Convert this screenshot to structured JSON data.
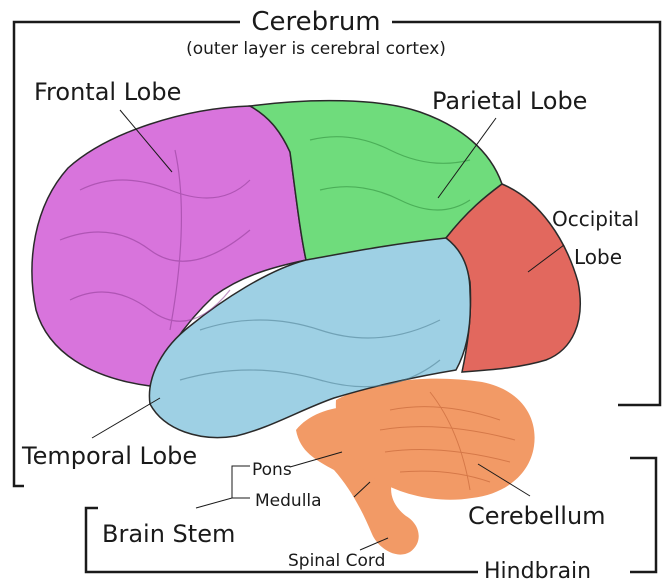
{
  "cerebrum": {
    "title": "Cerebrum",
    "subtitle": "(outer layer is cerebral cortex)"
  },
  "lobes": [
    {
      "key": "frontal",
      "label": "Frontal Lobe",
      "color": "#d874dc"
    },
    {
      "key": "parietal",
      "label": "Parietal Lobe",
      "color": "#6fdc7c"
    },
    {
      "key": "occipital",
      "label_line1": "Occipital",
      "label_line2": "Lobe",
      "color": "#e2685e"
    },
    {
      "key": "temporal",
      "label": "Temporal Lobe",
      "color": "#9ed0e4"
    }
  ],
  "cerebellum": {
    "label": "Cerebellum",
    "color": "#f29a66"
  },
  "brain_stem": {
    "label": "Brain Stem",
    "parts": [
      "Pons",
      "Medulla"
    ],
    "color": "#f29a66"
  },
  "spinal_cord": {
    "label": "Spinal Cord"
  },
  "hindbrain": {
    "title": "Hindbrain"
  }
}
